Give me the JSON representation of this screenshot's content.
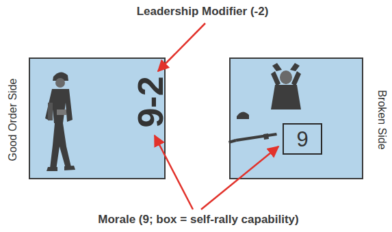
{
  "diagram": {
    "nodes": [
      {
        "text": [
          "Good Order Side",
          "9-2"
        ]
      },
      {
        "text": [
          "Broken Side"
        ]
      },
      {
        "text": [
          "9"
        ],
        "in": 1
      }
    ],
    "labels": [
      "Leadership Modifier (-2)",
      "Morale (9; box = self-rally capability)"
    ]
  }
}
